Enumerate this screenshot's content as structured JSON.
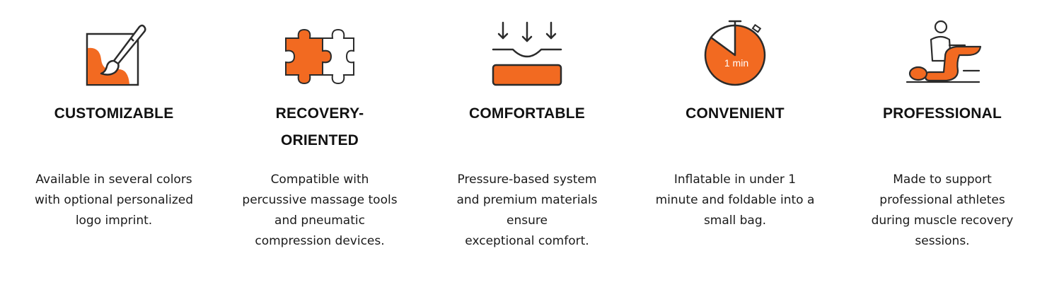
{
  "colors": {
    "accent": "#f26a21",
    "ink": "#2b2b2b"
  },
  "features": [
    {
      "icon": "paintbrush-canvas-icon",
      "title_lines": [
        "CUSTOMIZABLE"
      ],
      "desc_lines": [
        "Available in several colors",
        "with optional personalized",
        "logo imprint."
      ]
    },
    {
      "icon": "puzzle-pieces-icon",
      "title_lines": [
        "RECOVERY-",
        "ORIENTED"
      ],
      "desc_lines": [
        "Compatible with",
        "percussive massage tools",
        "and pneumatic",
        "compression devices."
      ]
    },
    {
      "icon": "pressure-cushion-icon",
      "title_lines": [
        "COMFORTABLE"
      ],
      "desc_lines": [
        "Pressure-based system",
        "and premium materials",
        "ensure",
        "exceptional comfort."
      ]
    },
    {
      "icon": "stopwatch-icon",
      "icon_label": "1 min",
      "title_lines": [
        "CONVENIENT"
      ],
      "desc_lines": [
        "Inflatable in under 1",
        "minute and foldable into a",
        "small bag."
      ]
    },
    {
      "icon": "massage-therapist-icon",
      "title_lines": [
        "PROFESSIONAL"
      ],
      "desc_lines": [
        "Made to support",
        "professional athletes",
        "during muscle recovery",
        "sessions."
      ]
    }
  ]
}
